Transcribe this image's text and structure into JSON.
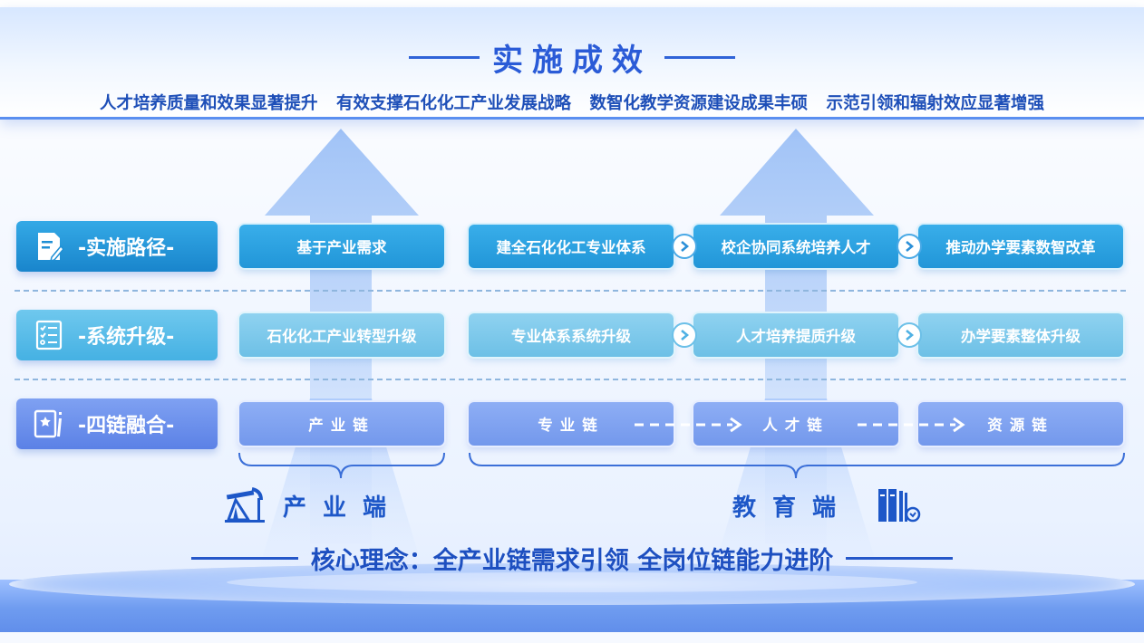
{
  "header": {
    "title": "实施成效",
    "outcomes": [
      "人才培养质量和效果显著提升",
      "有效支撑石化化工产业发展战略",
      "数智化教学资源建设成果丰硕",
      "示范引领和辐射效应显著增强"
    ]
  },
  "rows": [
    {
      "label": "-实施路径-",
      "icon": "document-edit-icon"
    },
    {
      "label": "-系统升级-",
      "icon": "checklist-icon"
    },
    {
      "label": "-四链融合-",
      "icon": "book-star-icon"
    }
  ],
  "grid": {
    "path": [
      "基于产业需求",
      "建全石化化工专业体系",
      "校企协同系统培养人才",
      "推动办学要素数智改革"
    ],
    "upgrade": [
      "石化化工产业转型升级",
      "专业体系系统升级",
      "人才培养提质升级",
      "办学要素整体升级"
    ],
    "chains": [
      "产业链",
      "专业链",
      "人才链",
      "资源链"
    ]
  },
  "ends": {
    "industry": "产业端",
    "education": "教育端"
  },
  "core": "核心理念：全产业链需求引领 全岗位链能力进阶",
  "colors": {
    "accent": "#2a5bd7",
    "row1": "#1f8fd4",
    "row2": "#55b9e6",
    "row3": "#6a8ef0"
  }
}
